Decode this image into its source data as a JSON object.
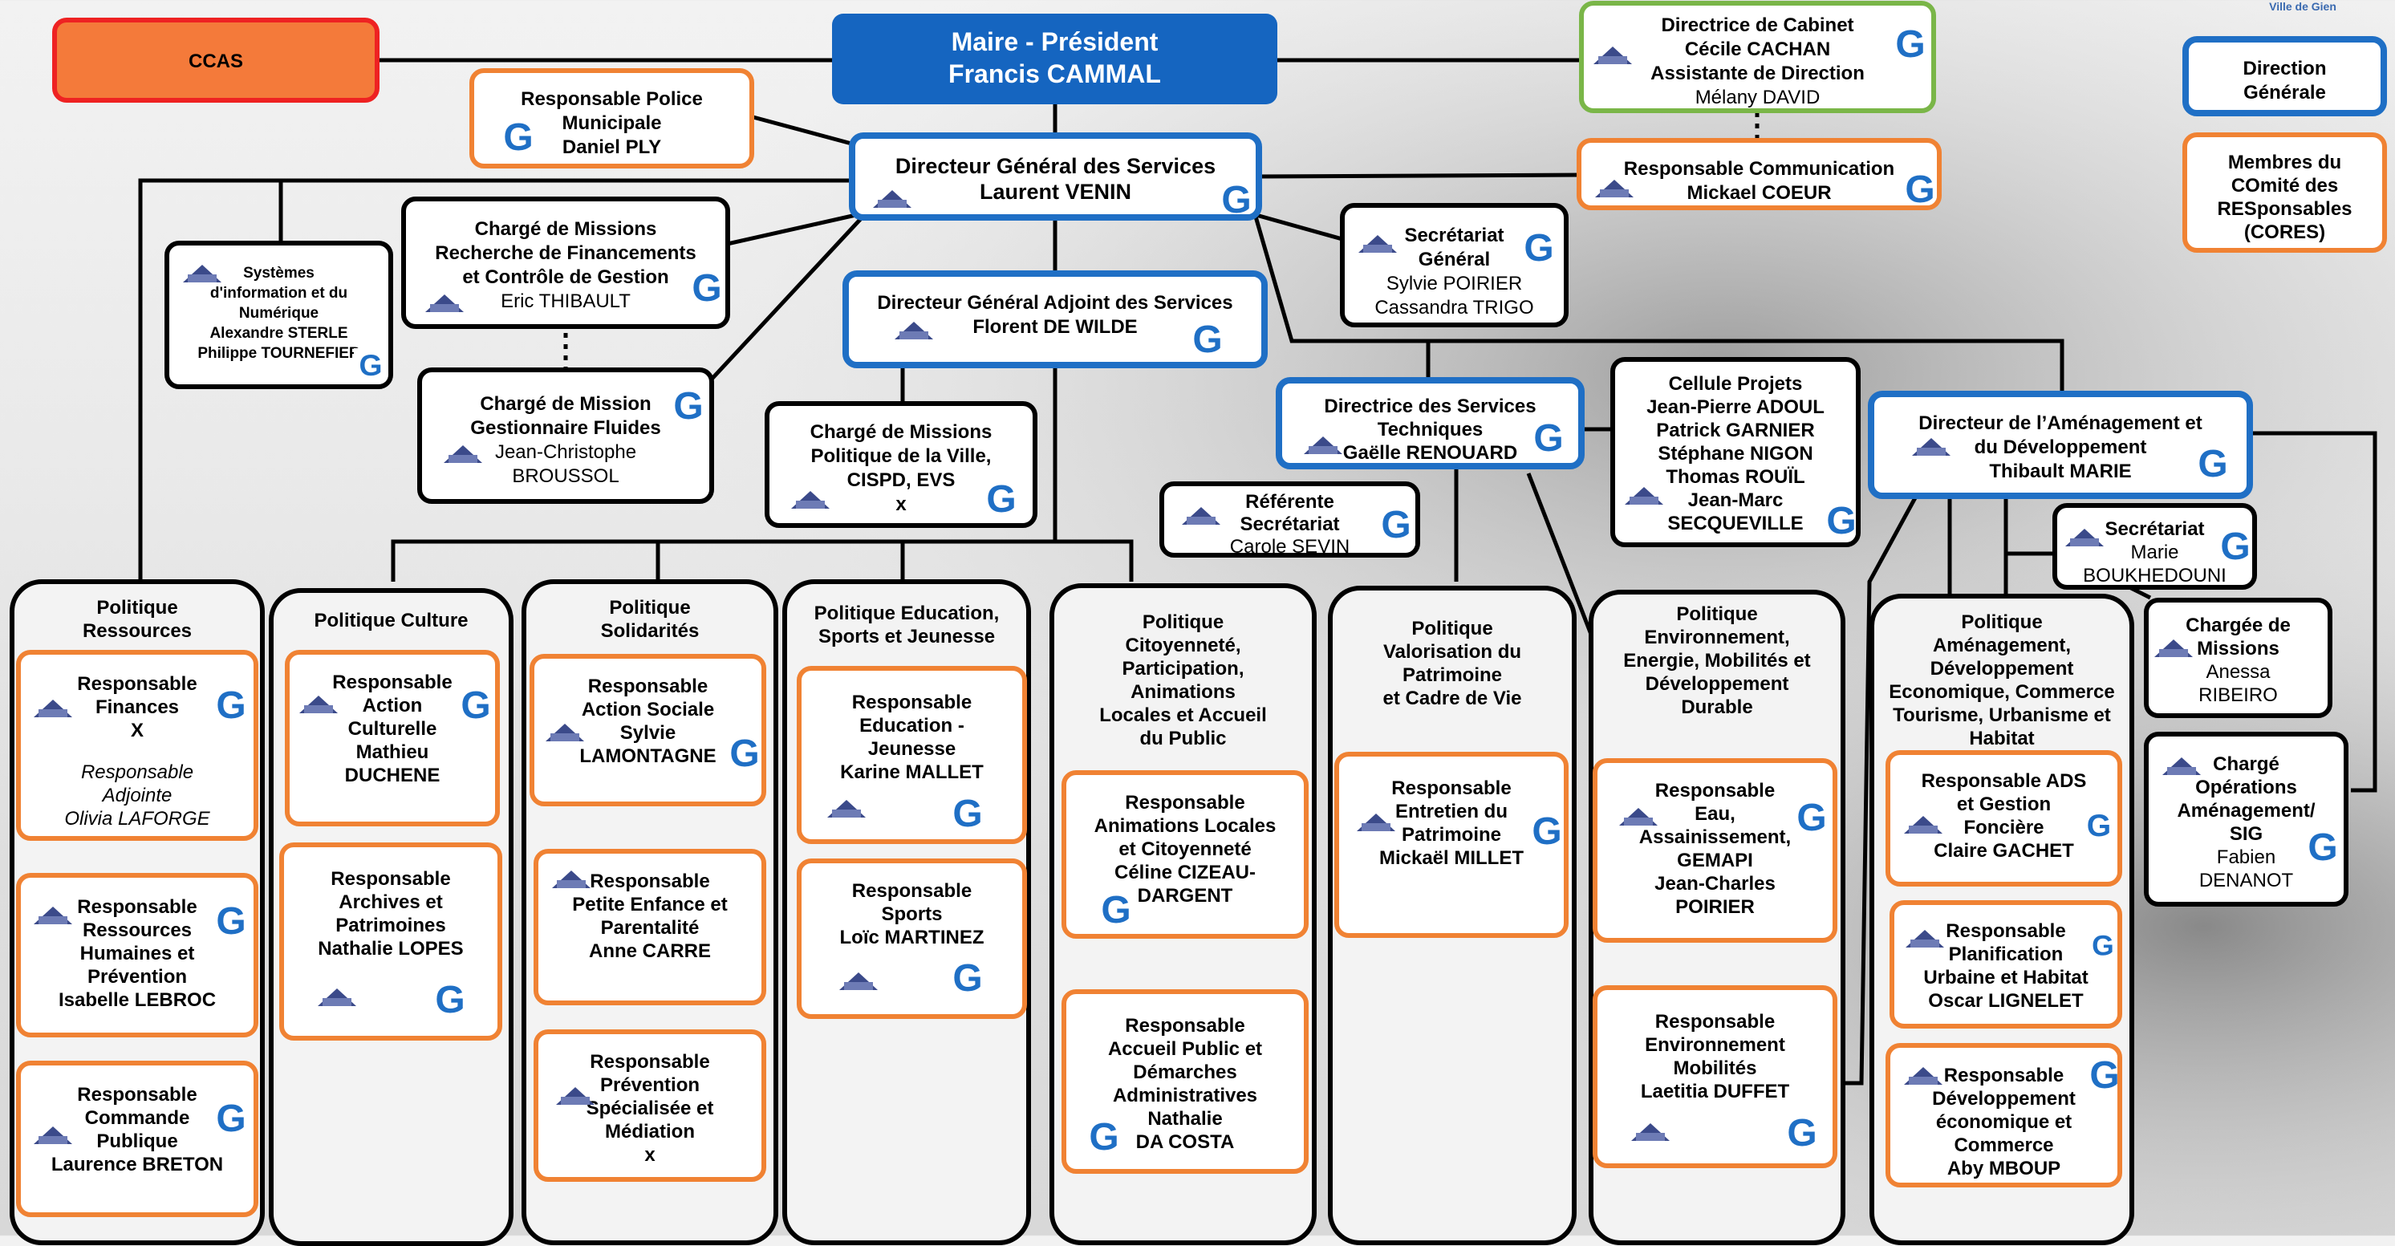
{
  "colors": {
    "orange": "#f08233",
    "blue": "#1f6fc5",
    "black": "#000000",
    "green": "#7ab648",
    "red": "#e22222",
    "ccas_fill": "#f47a3a"
  },
  "corner_logo": "Ville de Gien",
  "top": {
    "ccas": "CCAS",
    "maire_title": "Maire - Président",
    "maire_name": "Francis CAMMAL",
    "cabinet_title": "Directrice de Cabinet",
    "cabinet_name": "Cécile CACHAN",
    "cabinet_assist_title": "Assistante de Direction",
    "cabinet_assist_name": "Mélany DAVID",
    "com_title": "Responsable Communication",
    "com_name": "Mickael COEUR",
    "police_l1": "Responsable Police",
    "police_l2": "Municipale",
    "police_name": "Daniel PLY",
    "dgs_title": "Directeur Général des Services",
    "dgs_name": "Laurent VENIN",
    "legend_dg_l1": "Direction",
    "legend_dg_l2": "Générale",
    "legend_cores_l1": "Membres du",
    "legend_cores_l2": "COmité des",
    "legend_cores_l3": "RESponsables",
    "legend_cores_l4": "(CORES)"
  },
  "mid": {
    "sin_l1": "Systèmes",
    "sin_l2": "d'information et du",
    "sin_l3": "Numérique",
    "sin_n1": "Alexandre STERLE",
    "sin_n2": "Philippe TOURNEFIER",
    "cm_l1": "Chargé de Missions",
    "cm_l2": "Recherche de Financements",
    "cm_l3": "et Contrôle de Gestion",
    "cm_name": "Eric THIBAULT",
    "fl_l1": "Chargé de Mission",
    "fl_l2": "Gestionnaire Fluides",
    "fl_n1": "Jean-Christophe",
    "fl_n2": "BROUSSOL",
    "dgas_title": "Directeur Général Adjoint des Services",
    "dgas_name": "Florent DE WILDE",
    "pv_l1": "Chargé de Missions",
    "pv_l2": "Politique de la Ville,",
    "pv_l3": "CISPD, EVS",
    "pv_name": "x",
    "sec_l1": "Secrétariat",
    "sec_l2": "Général",
    "sec_n1": "Sylvie POIRIER",
    "sec_n2": "Cassandra TRIGO",
    "dst_l1": "Directrice des Services",
    "dst_l2": "Techniques",
    "dst_name": "Gaëlle RENOUARD",
    "ref_l1": "Référente",
    "ref_l2": "Secrétariat",
    "ref_name": "Carole SEVIN",
    "cp_title": "Cellule Projets",
    "cp_names": [
      "Jean-Pierre ADOUL",
      "Patrick GARNIER",
      "Stéphane NIGON",
      "Thomas ROUÏL",
      "Jean-Marc",
      "SECQUEVILLE"
    ],
    "dad_l1": "Directeur de l’Aménagement et",
    "dad_l2": "du Développement",
    "dad_name": "Thibault MARIE",
    "sec2_l1": "Secrétariat",
    "sec2_n1": "Marie",
    "sec2_n2": "BOUKHEDOUNI",
    "cgm_l1": "Chargée de",
    "cgm_l2": "Missions",
    "cgm_n1": "Anessa",
    "cgm_n2": "RIBEIRO",
    "cgo_l1": "Chargé",
    "cgo_l2": "Opérations",
    "cgo_l3": "Aménagement/",
    "cgo_l4": "SIG",
    "cgo_n1": "Fabien",
    "cgo_n2": "DENANOT"
  },
  "cols": {
    "res_h1": "Politique",
    "res_h2": "Ressources",
    "fin_l1": "Responsable",
    "fin_l2": "Finances",
    "fin_n": "X",
    "fin_a1": "Responsable",
    "fin_a2": "Adjointe",
    "fin_a3": "Olivia LAFORGE",
    "rh_l1": "Responsable",
    "rh_l2": "Ressources",
    "rh_l3": "Humaines et",
    "rh_l4": "Prévention",
    "rh_n": "Isabelle LEBROC",
    "cmd_l1": "Responsable",
    "cmd_l2": "Commande",
    "cmd_l3": "Publique",
    "cmd_n": "Laurence BRETON",
    "cul_h": "Politique Culture",
    "ac_l1": "Responsable",
    "ac_l2": "Action",
    "ac_l3": "Culturelle",
    "ac_n1": "Mathieu",
    "ac_n2": "DUCHENE",
    "arc_l1": "Responsable",
    "arc_l2": "Archives et",
    "arc_l3": "Patrimoines",
    "arc_n": "Nathalie LOPES",
    "sol_h1": "Politique",
    "sol_h2": "Solidarités",
    "as_l1": "Responsable",
    "as_l2": "Action Sociale",
    "as_n1": "Sylvie",
    "as_n2": "LAMONTAGNE",
    "pe_l1": "Responsable",
    "pe_l2": "Petite Enfance et",
    "pe_l3": "Parentalité",
    "pe_n": "Anne CARRE",
    "pr_l1": "Responsable",
    "pr_l2": "Prévention",
    "pr_l3": "Spécialisée et",
    "pr_l4": "Médiation",
    "pr_n": "x",
    "edu_h1": "Politique Education,",
    "edu_h2": "Sports et Jeunesse",
    "ej_l1": "Responsable",
    "ej_l2": "Education -",
    "ej_l3": "Jeunesse",
    "ej_n": "Karine MALLET",
    "sp_l1": "Responsable",
    "sp_l2": "Sports",
    "sp_n": "Loïc MARTINEZ",
    "cit_h1": "Politique",
    "cit_h2": "Citoyenneté,",
    "cit_h3": "Participation,",
    "cit_h4": "Animations",
    "cit_h5": "Locales et Accueil",
    "cit_h6": "du Public",
    "al_l1": "Responsable",
    "al_l2": "Animations Locales",
    "al_l3": "et Citoyenneté",
    "al_n1": "Céline CIZEAU-",
    "al_n2": "DARGENT",
    "ap_l1": "Responsable",
    "ap_l2": "Accueil Public et",
    "ap_l3": "Démarches",
    "ap_l4": "Administratives",
    "ap_n1": "Nathalie",
    "ap_n2": "DA COSTA",
    "pat_h1": "Politique",
    "pat_h2": "Valorisation du",
    "pat_h3": "Patrimoine",
    "pat_h4": "et Cadre de Vie",
    "ep_l1": "Responsable",
    "ep_l2": "Entretien du",
    "ep_l3": "Patrimoine",
    "ep_n": "Mickaël MILLET",
    "env_h1": "Politique",
    "env_h2": "Environnement,",
    "env_h3": "Energie, Mobilités et",
    "env_h4": "Développement",
    "env_h5": "Durable",
    "eau_l1": "Responsable",
    "eau_l2": "Eau,",
    "eau_l3": "Assainissement,",
    "eau_l4": "GEMAPI",
    "eau_n1": "Jean-Charles",
    "eau_n2": "POIRIER",
    "em_l1": "Responsable",
    "em_l2": "Environnement",
    "em_l3": "Mobilités",
    "em_n": "Laetitia DUFFET",
    "am_h1": "Politique",
    "am_h2": "Aménagement,",
    "am_h3": "Développement",
    "am_h4": "Economique, Commerce",
    "am_h5": "Tourisme, Urbanisme et",
    "am_h6": "Habitat",
    "ads_l1": "Responsable ADS",
    "ads_l2": "et Gestion",
    "ads_l3": "Foncière",
    "ads_n": "Claire GACHET",
    "pl_l1": "Responsable",
    "pl_l2": "Planification",
    "pl_l3": "Urbaine et Habitat",
    "pl_n": "Oscar LIGNELET",
    "de_l1": "Responsable",
    "de_l2": "Développement",
    "de_l3": "économique et",
    "de_l4": "Commerce",
    "de_n": "Aby MBOUP"
  }
}
